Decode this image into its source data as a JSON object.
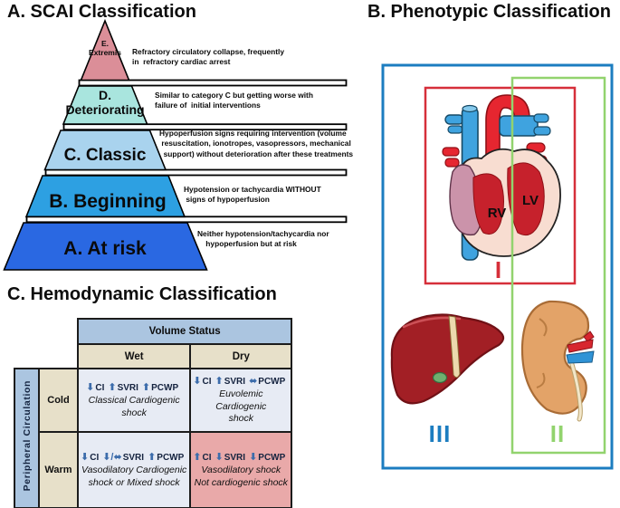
{
  "a": {
    "title": "A. SCAI Classification",
    "levels": [
      {
        "label": "E.\nExtremis",
        "color": "#db8e98",
        "desc": "Refractory circulatory collapse, frequently\nin  refractory cardiac arrest"
      },
      {
        "label": "D.\nDeteriorating",
        "color": "#a9e5de",
        "desc": "Similar to category C but getting worse with\nfailure of  initial interventions"
      },
      {
        "label": "C. Classic",
        "color": "#a9d3ee",
        "desc": "Hypoperfusion signs requiring intervention (volume\n resuscitation, ionotropes, vasopressors, mechanical\n  support) without deterioration after these treatments"
      },
      {
        "label": "B. Beginning",
        "color": "#2da0e2",
        "desc": "Hypotension or tachycardia WITHOUT\n signs of hypoperfusion"
      },
      {
        "label": "A. At risk",
        "color": "#2a68e2",
        "desc": "Neither hypotension/tachycardia nor\n    hypoperfusion but at risk"
      }
    ]
  },
  "b": {
    "title": "B. Phenotypic Classification",
    "heart": {
      "rv": "RV",
      "lv": "LV"
    },
    "zones": [
      {
        "numeral": "I",
        "organ": "heart",
        "color": "#d62f3a"
      },
      {
        "numeral": "II",
        "organ": "kidney",
        "color": "#92d36e"
      },
      {
        "numeral": "III",
        "organ": "liver",
        "color": "#1c7dc0"
      }
    ],
    "outer_box_color": "#1c7dc0"
  },
  "c": {
    "title": "C. Hemodynamic Classification",
    "volume_header": "Volume Status",
    "col_wet": "Wet",
    "col_dry": "Dry",
    "row_axis": "Peripheral Circulation",
    "row_cold": "Cold",
    "row_warm": "Warm",
    "highlight_color": "#e9a9a9",
    "cells": {
      "cold_wet": {
        "hemo": [
          {
            "a": "⬇",
            "t": "CI"
          },
          {
            "a": "⬆",
            "t": "SVRI"
          },
          {
            "a": "⬆",
            "t": "PCWP"
          }
        ],
        "label": "Classical Cardiogenic\nshock"
      },
      "cold_dry": {
        "hemo": [
          {
            "a": "⬇",
            "t": "CI"
          },
          {
            "a": "⬆",
            "t": "SVRI"
          },
          {
            "a": "⬌",
            "t": "PCWP"
          }
        ],
        "label": "Euvolemic Cardiogenic\nshock"
      },
      "warm_wet": {
        "hemo": [
          {
            "a": "⬇",
            "t": "CI"
          },
          {
            "a": "⬇/⬌",
            "t": "SVRI"
          },
          {
            "a": "⬆",
            "t": "PCWP"
          }
        ],
        "label": "Vasodilatory Cardiogenic\nshock or Mixed shock"
      },
      "warm_dry": {
        "hemo": [
          {
            "a": "⬆",
            "t": "CI"
          },
          {
            "a": "⬇",
            "t": "SVRI"
          },
          {
            "a": "⬇",
            "t": "PCWP"
          }
        ],
        "label": "Vasodilatory shock\nNot cardiogenic shock"
      }
    }
  }
}
